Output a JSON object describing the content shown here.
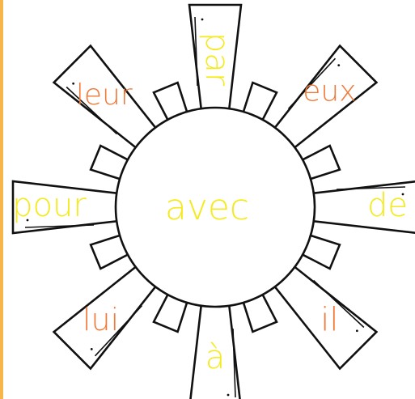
{
  "colors": {
    "border_accent": "#F6B64C",
    "yellow_word": "#F5EA1C",
    "orange_word": "#F07A3A",
    "outline": "#111111",
    "fill": "#ffffff"
  },
  "center_word": "avec",
  "rays": [
    {
      "word": "par",
      "color": "yellow"
    },
    {
      "word": "eux",
      "color": "orange"
    },
    {
      "word": "de",
      "color": "yellow"
    },
    {
      "word": "il",
      "color": "orange"
    },
    {
      "word": "à",
      "color": "yellow"
    },
    {
      "word": "lui",
      "color": "orange"
    },
    {
      "word": "pour",
      "color": "yellow"
    },
    {
      "word": "leur",
      "color": "orange"
    }
  ]
}
